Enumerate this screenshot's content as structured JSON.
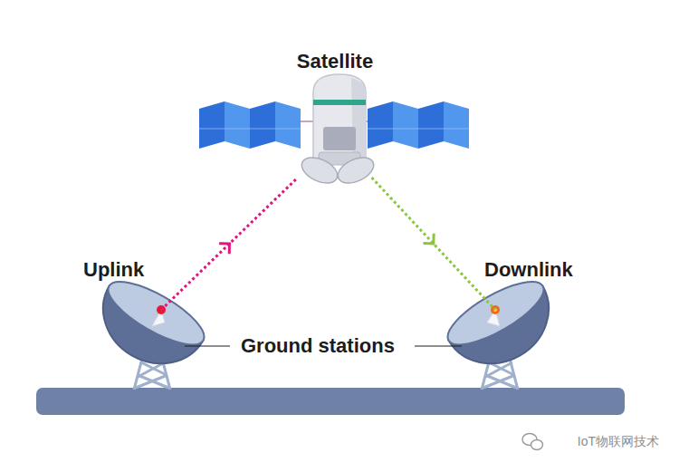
{
  "diagram": {
    "nodes": [
      {
        "text": [
          "Satellite"
        ]
      },
      {
        "text": [
          "Uplink"
        ]
      },
      {
        "text": [
          "Downlink"
        ]
      }
    ],
    "edges": [
      {
        "from": 1,
        "to": 0,
        "arrow": "to"
      },
      {
        "from": 0,
        "to": 2,
        "arrow": "to"
      }
    ],
    "labels": [
      "Ground stations",
      "IoT物联网技术"
    ]
  }
}
